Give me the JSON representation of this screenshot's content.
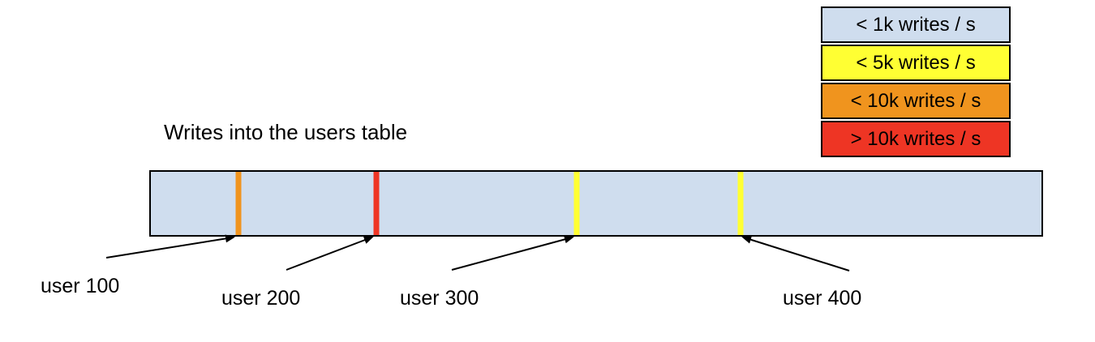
{
  "title": "Writes into the users table",
  "legend": {
    "items": [
      {
        "label": "< 1k writes / s",
        "color": "#cfddee"
      },
      {
        "label": "< 5k writes / s",
        "color": "#ffff33"
      },
      {
        "label": "< 10k writes / s",
        "color": "#f0941e"
      },
      {
        "label": "> 10k writes / s",
        "color": "#ee3524"
      }
    ]
  },
  "bar": {
    "fill_color": "#cfddee",
    "markers": [
      {
        "user": "user 100",
        "rate_category": "< 10k writes / s",
        "color": "#f0941e",
        "position": "9.8%"
      },
      {
        "user": "user 200",
        "rate_category": "> 10k writes / s",
        "color": "#ee3524",
        "position": "25.3%"
      },
      {
        "user": "user 300",
        "rate_category": "< 5k writes / s",
        "color": "#ffff33",
        "position": "47.8%"
      },
      {
        "user": "user 400",
        "rate_category": "< 5k writes / s",
        "color": "#ffff33",
        "position": "66.2%"
      }
    ]
  }
}
